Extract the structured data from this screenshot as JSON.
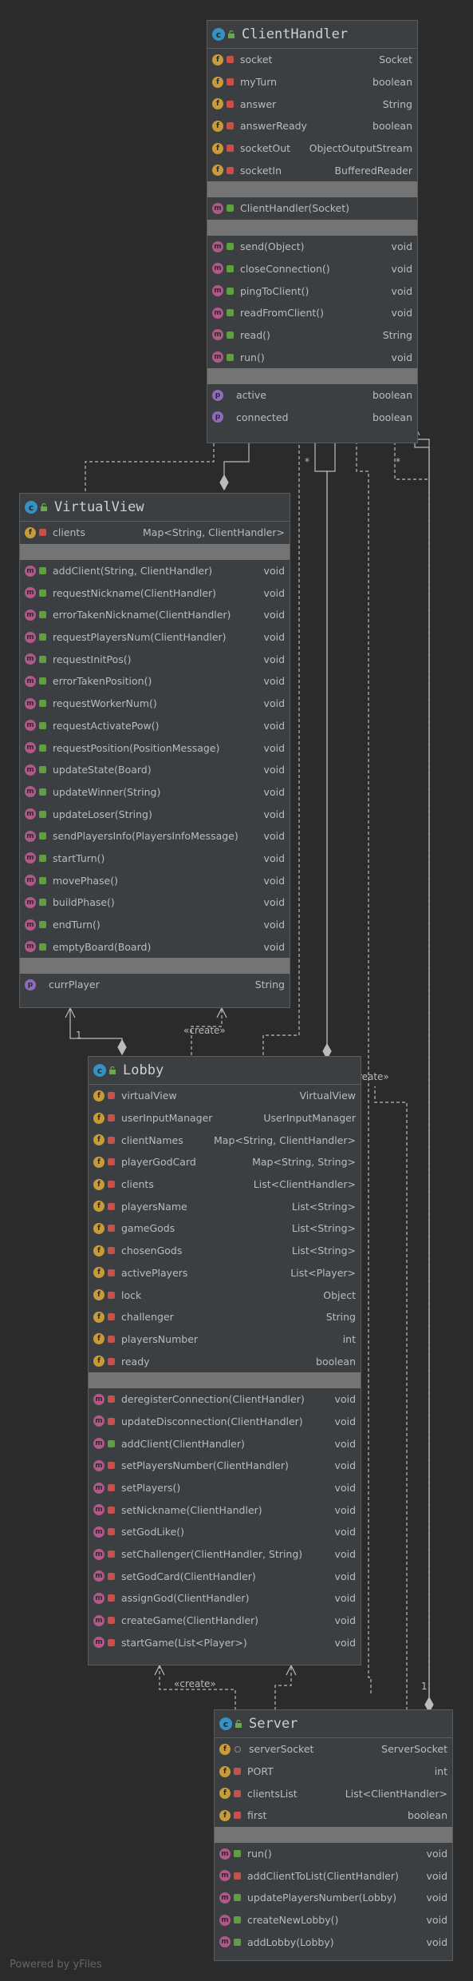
{
  "classes": {
    "clienthandler": {
      "name": "ClientHandler",
      "fields": [
        {
          "name": "socket",
          "type": "Socket"
        },
        {
          "name": "myTurn",
          "type": "boolean"
        },
        {
          "name": "answer",
          "type": "String"
        },
        {
          "name": "answerReady",
          "type": "boolean"
        },
        {
          "name": "socketOut",
          "type": "ObjectOutputStream"
        },
        {
          "name": "socketIn",
          "type": "BufferedReader"
        }
      ],
      "constructors": [
        {
          "name": "ClientHandler(Socket)",
          "type": ""
        }
      ],
      "methods": [
        {
          "name": "send(Object)",
          "type": "void"
        },
        {
          "name": "closeConnection()",
          "type": "void"
        },
        {
          "name": "pingToClient()",
          "type": "void"
        },
        {
          "name": "readFromClient()",
          "type": "void"
        },
        {
          "name": "read()",
          "type": "String"
        },
        {
          "name": "run()",
          "type": "void"
        }
      ],
      "properties": [
        {
          "name": "active",
          "type": "boolean"
        },
        {
          "name": "connected",
          "type": "boolean"
        }
      ]
    },
    "virtualview": {
      "name": "VirtualView",
      "fields": [
        {
          "name": "clients",
          "type": "Map<String, ClientHandler>"
        }
      ],
      "methods": [
        {
          "name": "addClient(String, ClientHandler)",
          "type": "void"
        },
        {
          "name": "requestNickname(ClientHandler)",
          "type": "void"
        },
        {
          "name": "errorTakenNickname(ClientHandler)",
          "type": "void"
        },
        {
          "name": "requestPlayersNum(ClientHandler)",
          "type": "void"
        },
        {
          "name": "requestInitPos()",
          "type": "void"
        },
        {
          "name": "errorTakenPosition()",
          "type": "void"
        },
        {
          "name": "requestWorkerNum()",
          "type": "void"
        },
        {
          "name": "requestActivatePow()",
          "type": "void"
        },
        {
          "name": "requestPosition(PositionMessage)",
          "type": "void"
        },
        {
          "name": "updateState(Board)",
          "type": "void"
        },
        {
          "name": "updateWinner(String)",
          "type": "void"
        },
        {
          "name": "updateLoser(String)",
          "type": "void"
        },
        {
          "name": "sendPlayersInfo(PlayersInfoMessage)",
          "type": "void"
        },
        {
          "name": "startTurn()",
          "type": "void"
        },
        {
          "name": "movePhase()",
          "type": "void"
        },
        {
          "name": "buildPhase()",
          "type": "void"
        },
        {
          "name": "endTurn()",
          "type": "void"
        },
        {
          "name": "emptyBoard(Board)",
          "type": "void"
        }
      ],
      "properties": [
        {
          "name": "currPlayer",
          "type": "String"
        }
      ]
    },
    "lobby": {
      "name": "Lobby",
      "fields": [
        {
          "name": "virtualView",
          "type": "VirtualView"
        },
        {
          "name": "userInputManager",
          "type": "UserInputManager"
        },
        {
          "name": "clientNames",
          "type": "Map<String, ClientHandler>"
        },
        {
          "name": "playerGodCard",
          "type": "Map<String, String>"
        },
        {
          "name": "clients",
          "type": "List<ClientHandler>"
        },
        {
          "name": "playersName",
          "type": "List<String>"
        },
        {
          "name": "gameGods",
          "type": "List<String>"
        },
        {
          "name": "chosenGods",
          "type": "List<String>"
        },
        {
          "name": "activePlayers",
          "type": "List<Player>"
        },
        {
          "name": "lock",
          "type": "Object"
        },
        {
          "name": "challenger",
          "type": "String"
        },
        {
          "name": "playersNumber",
          "type": "int"
        },
        {
          "name": "ready",
          "type": "boolean"
        }
      ],
      "methods": [
        {
          "name": "deregisterConnection(ClientHandler)",
          "type": "void"
        },
        {
          "name": "updateDisconnection(ClientHandler)",
          "type": "void"
        },
        {
          "name": "addClient(ClientHandler)",
          "type": "void"
        },
        {
          "name": "setPlayersNumber(ClientHandler)",
          "type": "void"
        },
        {
          "name": "setPlayers()",
          "type": "void"
        },
        {
          "name": "setNickname(ClientHandler)",
          "type": "void"
        },
        {
          "name": "setGodLike()",
          "type": "void"
        },
        {
          "name": "setChallenger(ClientHandler, String)",
          "type": "void"
        },
        {
          "name": "setGodCard(ClientHandler)",
          "type": "void"
        },
        {
          "name": "assignGod(ClientHandler)",
          "type": "void"
        },
        {
          "name": "createGame(ClientHandler)",
          "type": "void"
        },
        {
          "name": "startGame(List<Player>)",
          "type": "void"
        }
      ]
    },
    "server": {
      "name": "Server",
      "fields": [
        {
          "name": "serverSocket",
          "type": "ServerSocket"
        },
        {
          "name": "PORT",
          "type": "int"
        },
        {
          "name": "clientsList",
          "type": "List<ClientHandler>"
        },
        {
          "name": "first",
          "type": "boolean"
        }
      ],
      "methods": [
        {
          "name": "run()",
          "type": "void"
        },
        {
          "name": "addClientToList(ClientHandler)",
          "type": "void"
        },
        {
          "name": "updatePlayersNumber(Lobby)",
          "type": "void"
        },
        {
          "name": "createNewLobby()",
          "type": "void"
        },
        {
          "name": "addLobby(Lobby)",
          "type": "void"
        }
      ]
    }
  },
  "edge_labels": {
    "mult_star": "*",
    "mult_one": "1",
    "create": "«create»"
  },
  "watermark": "Powered by yFiles",
  "colors": {
    "background": "#2b2b2b",
    "class_bg": "#3c3f41",
    "field_icon": "#c79a3a",
    "method_icon": "#b1578a",
    "property_icon": "#8e6bbd",
    "class_icon": "#3592c4",
    "private": "#c7504a",
    "public": "#5f9f3f"
  }
}
